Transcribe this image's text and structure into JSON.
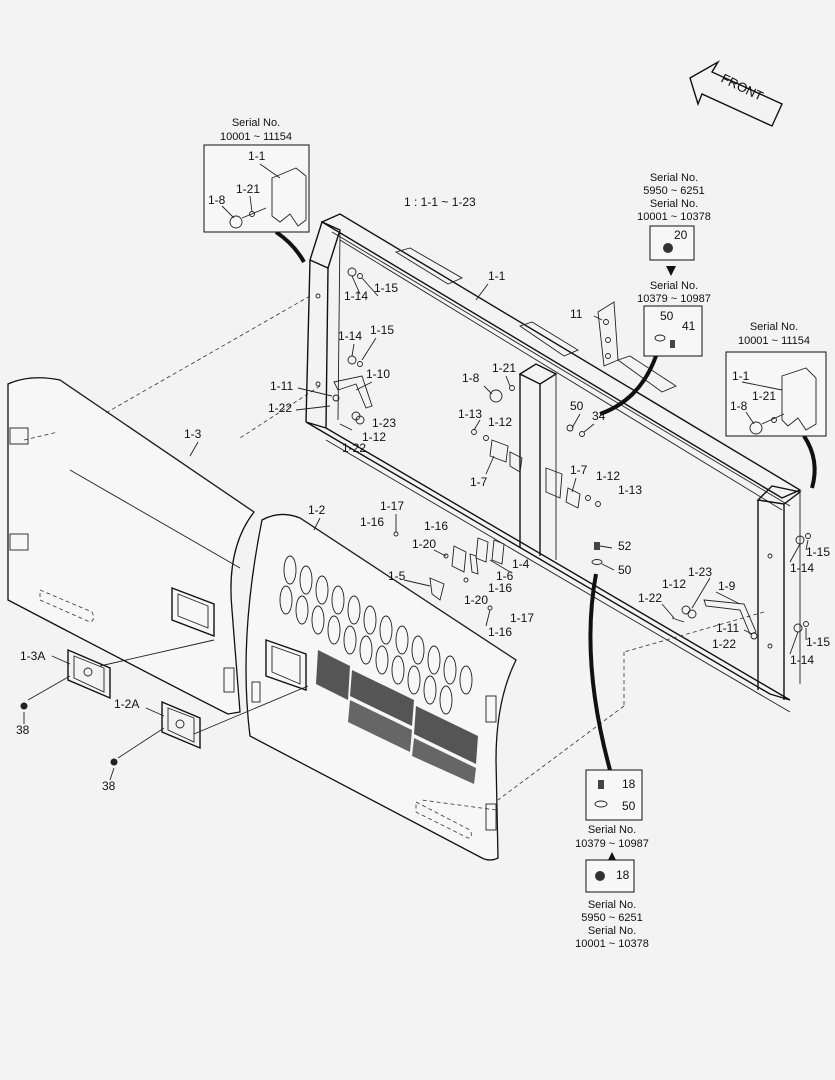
{
  "front_label": "FRONT",
  "range_note": "1 : 1-1 ~ 1-23",
  "serial_notes": {
    "top_left": {
      "line1": "Serial No.",
      "line2": "10001 ~ 11154"
    },
    "right_upper_a": {
      "line1": "Serial No.",
      "line2": "5950 ~ 6251"
    },
    "right_upper_b": {
      "line1": "Serial No.",
      "line2": "10001 ~ 10378"
    },
    "right_upper_c": {
      "line1": "Serial No.",
      "line2": "10379 ~ 10987"
    },
    "far_right": {
      "line1": "Serial No.",
      "line2": "10001 ~ 11154"
    },
    "bottom_a": {
      "line1": "Serial No.",
      "line2": "10379 ~ 10987"
    },
    "bottom_b": {
      "line1": "Serial No.",
      "line2": "5950 ~ 6251"
    },
    "bottom_c": {
      "line1": "Serial No.",
      "line2": "10001 ~ 10378"
    }
  },
  "parts": {
    "p1_1_frame": "1-1",
    "p1_1_box_left": "1-1",
    "p1_1_box_right": "1-1",
    "p1_2": "1-2",
    "p1_2A": "1-2A",
    "p1_3": "1-3",
    "p1_3A": "1-3A",
    "p1_4": "1-4",
    "p1_5": "1-5",
    "p1_6": "1-6",
    "p1_7_a": "1-7",
    "p1_7_b": "1-7",
    "p1_8_box_left": "1-8",
    "p1_8_main": "1-8",
    "p1_8_box_right": "1-8",
    "p1_9": "1-9",
    "p1_10": "1-10",
    "p1_11_a": "1-11",
    "p1_11_b": "1-11",
    "p1_12_a": "1-12",
    "p1_12_b": "1-12",
    "p1_12_c": "1-12",
    "p1_12_d": "1-12",
    "p1_13_a": "1-13",
    "p1_13_b": "1-13",
    "p1_14_a": "1-14",
    "p1_14_b": "1-14",
    "p1_14_c": "1-14",
    "p1_14_d": "1-14",
    "p1_15_a": "1-15",
    "p1_15_b": "1-15",
    "p1_15_c": "1-15",
    "p1_15_d": "1-15",
    "p1_16_a": "1-16",
    "p1_16_b": "1-16",
    "p1_16_c": "1-16",
    "p1_16_d": "1-16",
    "p1_17_a": "1-17",
    "p1_17_b": "1-17",
    "p1_20_a": "1-20",
    "p1_20_b": "1-20",
    "p1_21_box_left": "1-21",
    "p1_21_main": "1-21",
    "p1_21_box_right": "1-21",
    "p1_22_a": "1-22",
    "p1_22_b": "1-22",
    "p1_22_c": "1-22",
    "p1_22_d": "1-22",
    "p1_23_a": "1-23",
    "p1_23_b": "1-23",
    "p11": "11",
    "p18_a": "18",
    "p18_b": "18",
    "p20": "20",
    "p34": "34",
    "p38_a": "38",
    "p38_b": "38",
    "p41": "41",
    "p50_a": "50",
    "p50_b": "50",
    "p50_c": "50",
    "p50_d": "50",
    "p52": "52"
  }
}
